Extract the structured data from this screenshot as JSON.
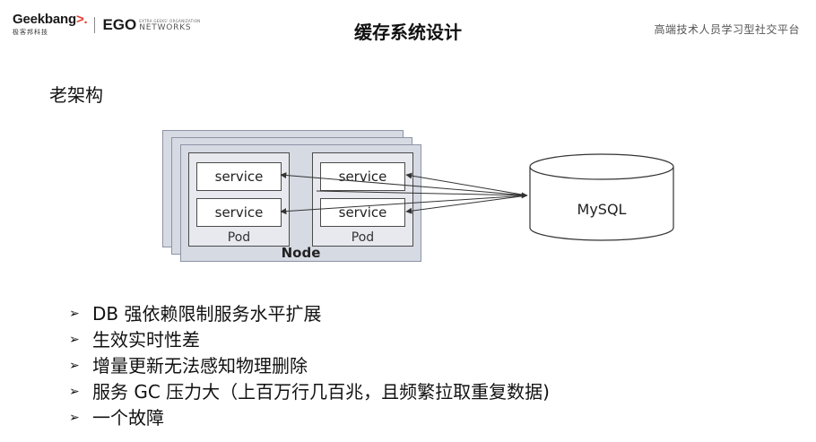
{
  "header": {
    "logo_geekbang": "Geekbang",
    "logo_geekbang_sub": "极客邦科技",
    "logo_ego": "EGO",
    "logo_ego_small": "EXTRA GEEKS' ORGANIZATION",
    "logo_ego_networks": "NETWORKS",
    "title": "缓存系统设计",
    "tagline": "高端技术人员学习型社交平台"
  },
  "subtitle": "老架构",
  "diagram": {
    "node_label": "Node",
    "pods": [
      {
        "label": "Pod",
        "services": [
          "service",
          "service"
        ]
      },
      {
        "label": "Pod",
        "services": [
          "service",
          "service"
        ]
      }
    ],
    "database": "MySQL"
  },
  "bullets": [
    "DB 强依赖限制服务水平扩展",
    "生效实时性差",
    "增量更新无法感知物理删除",
    "服务 GC 压力大（上百万行几百兆，且频繁拉取重复数据)",
    "一个故障"
  ],
  "colors": {
    "node_fill": "#d6dae3",
    "pod_fill": "#e7e9ee",
    "logo_accent": "#e63a2e"
  }
}
